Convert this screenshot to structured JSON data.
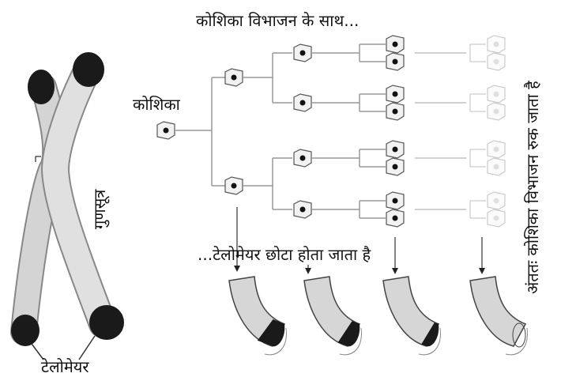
{
  "labels": {
    "title_top": "कोशिका विभाजन के साथ...",
    "cell": "कोशिका",
    "chromosome": "गुणसूत्र",
    "telomere_shortens": "...टेलोमेयर छोटा होता जाता है",
    "division_stops": "अंततः कोशिका विभाजन रुक जाता है",
    "telomere": "टेलोमेयर"
  },
  "colors": {
    "line": "#999999",
    "telomere": "#1a1a1a",
    "chromosome": "#c8c8c8",
    "faded": "#dddddd"
  }
}
